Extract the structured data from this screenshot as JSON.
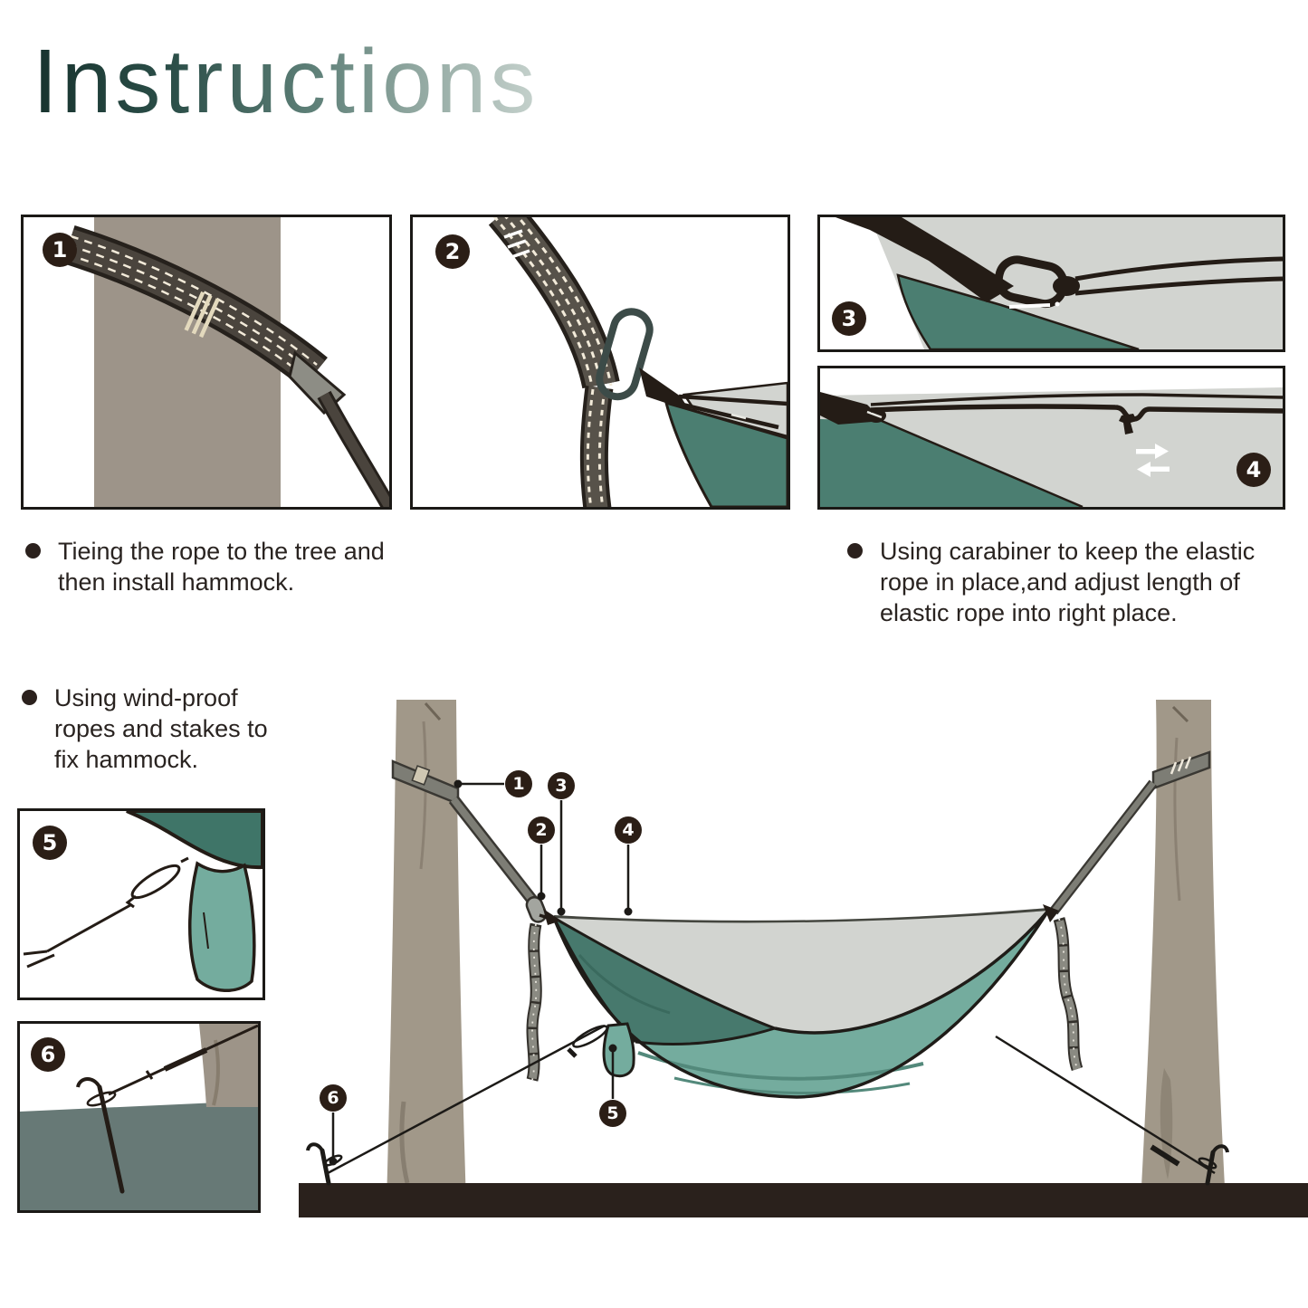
{
  "title": "Instructions",
  "panels": [
    {
      "num": "1"
    },
    {
      "num": "2"
    },
    {
      "num": "3"
    },
    {
      "num": "4"
    },
    {
      "num": "5"
    },
    {
      "num": "6"
    }
  ],
  "bullets": [
    "Tieing the rope to the tree and then install hammock.",
    "Using carabiner to keep the elastic rope in place,and adjust length of elastic rope into right place.",
    "Using wind-proof ropes and stakes to fix hammock."
  ],
  "diagram": {
    "callouts": [
      {
        "num": "1"
      },
      {
        "num": "2"
      },
      {
        "num": "3"
      },
      {
        "num": "4"
      },
      {
        "num": "5"
      },
      {
        "num": "6"
      }
    ]
  },
  "colors": {
    "title_gradient_start": "#17332e",
    "title_gradient_end": "#c6d2cd",
    "badge_background": "#2b1e16",
    "badge_text": "#ffffff",
    "body_text": "#292320",
    "hammock_teal": "#74ac9e",
    "hammock_dark_green": "#47796d",
    "hammock_net_gray": "#d2d4d0",
    "tree_trunk": "#a19889",
    "strap_gray": "#7d7d75",
    "ground_bar": "#2a211c",
    "panel6_ground": "#677976"
  }
}
